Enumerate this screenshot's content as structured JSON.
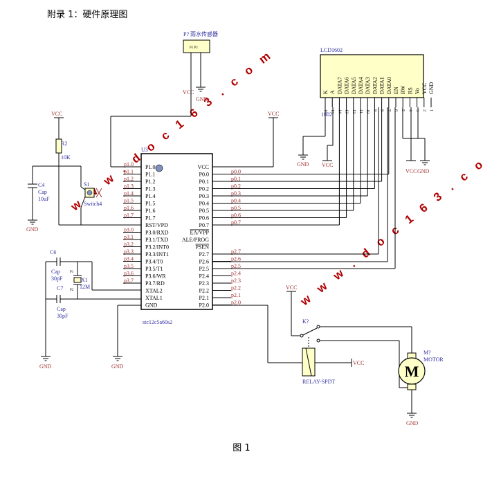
{
  "header": "附录 1：硬件原理图",
  "figure_caption": "图 1",
  "watermark": "w w w . d o c 1 6 3 . c o m",
  "mcu": {
    "ref": "U3",
    "part": "stc12c5a60s2",
    "left_pins": [
      "P1.0",
      "P1.1",
      "P1.2",
      "P1.3",
      "P1.4",
      "P1.5",
      "P1.6",
      "P1.7",
      "RST/VPD",
      "P3.0/RXD",
      "P3.1/TXD",
      "P3.2/INT0",
      "P3.3/INT1",
      "P3.4/T0",
      "P3.5/T1",
      "P3.6/WR",
      "P3.7/RD",
      "XTAL2",
      "XTAL1",
      "GND"
    ],
    "left_nets": [
      "p1.0",
      "p1.1",
      "p1.2",
      "p1.3",
      "p1.4",
      "p1.5",
      "p1.6",
      "p1.7",
      "",
      "p3.0",
      "p3.1",
      "p3.2",
      "p3.3",
      "p3.4",
      "p3.5",
      "p3.6",
      "p3.7",
      "",
      "",
      ""
    ],
    "right_pins": [
      "VCC",
      "P0.0",
      "P0.1",
      "P0.2",
      "P0.3",
      "P0.4",
      "P0.5",
      "P0.6",
      "P0.7",
      "EA/VPP",
      "ALE/PROG",
      "PSEN",
      "P2.7",
      "P2.6",
      "P2.5",
      "P2.4",
      "P2.3",
      "P2.2",
      "P2.1",
      "P2.0"
    ],
    "right_nets": [
      "",
      "p0.0",
      "p0.1",
      "p0.2",
      "p0.3",
      "p0.4",
      "p0.5",
      "p0.6",
      "p0.7",
      "",
      "",
      "",
      "p2.7",
      "p2.6",
      "p2.5",
      "p2.4",
      "p2.3",
      "p2.2",
      "p2.1",
      "p2.0"
    ]
  },
  "lcd": {
    "ref": "LCD1602",
    "part": "1602",
    "pins": [
      "K",
      "A",
      "DATA7",
      "DATA6",
      "DATA5",
      "DATA4",
      "DATA3",
      "DATA2",
      "DATA1",
      "DATA0",
      "EN",
      "RW",
      "RS",
      "Vo",
      "VCC",
      "GND"
    ],
    "pin_numbers": [
      "16",
      "15",
      "14",
      "13",
      "12",
      "11",
      "10",
      "9",
      "8",
      "7",
      "6",
      "5",
      "4",
      "3",
      "2",
      "1"
    ]
  },
  "rain_sensor": {
    "ref": "P?",
    "label": "雨水传感器",
    "pins": "P1 P2"
  },
  "r2": {
    "ref": "R2",
    "value": "10K"
  },
  "c4": {
    "ref": "C4",
    "type": "Cap",
    "value": "10uF"
  },
  "s1": {
    "ref": "S1",
    "type": "Switch4"
  },
  "c6": {
    "ref": "C6",
    "type": "Cap",
    "value": "30pF"
  },
  "c7": {
    "ref": "C7",
    "type": "Cap",
    "value": "30pF"
  },
  "x1": {
    "ref": "X1",
    "value": "12M",
    "pin_a": "P1",
    "pin_b": "P2"
  },
  "relay": {
    "ref": "K?",
    "type": "RELAY-SPDT"
  },
  "motor": {
    "ref": "M?",
    "type": "MOTOR",
    "symbol": "M"
  },
  "labels": {
    "vcc": "VCC",
    "gnd": "GND"
  }
}
